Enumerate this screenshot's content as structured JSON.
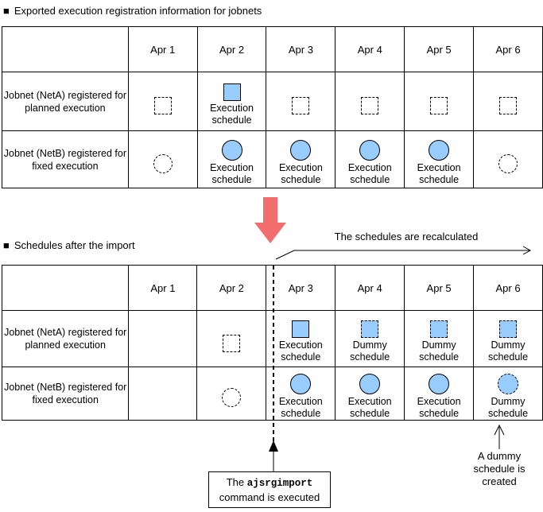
{
  "colors": {
    "schedule_fill": "#99CCFF",
    "import_arrow": "#F26E6E"
  },
  "exported_section": {
    "bullet": "■",
    "title": "Exported execution registration information for jobnets",
    "columns": [
      "Apr 1",
      "Apr 2",
      "Apr 3",
      "Apr 4",
      "Apr 5",
      "Apr 6"
    ],
    "rows": [
      {
        "label": "Jobnet (NetA) registered for planned execution",
        "cells": [
          {
            "icon": "planned-empty-square-icon",
            "label": ""
          },
          {
            "icon": "execution-square-icon",
            "label": "Execution schedule"
          },
          {
            "icon": "planned-empty-square-icon",
            "label": ""
          },
          {
            "icon": "planned-empty-square-icon",
            "label": ""
          },
          {
            "icon": "planned-empty-square-icon",
            "label": ""
          },
          {
            "icon": "planned-empty-square-icon",
            "label": ""
          }
        ]
      },
      {
        "label": "Jobnet (NetB) registered for fixed execution",
        "cells": [
          {
            "icon": "fixed-empty-circle-icon",
            "label": ""
          },
          {
            "icon": "execution-circle-icon",
            "label": "Execution schedule"
          },
          {
            "icon": "execution-circle-icon",
            "label": "Execution schedule"
          },
          {
            "icon": "execution-circle-icon",
            "label": "Execution schedule"
          },
          {
            "icon": "execution-circle-icon",
            "label": "Execution schedule"
          },
          {
            "icon": "fixed-empty-circle-icon",
            "label": ""
          }
        ]
      }
    ]
  },
  "import_flow": {
    "recalculated_note": "The schedules are recalculated"
  },
  "imported_section": {
    "bullet": "■",
    "title": "Schedules after the import",
    "columns": [
      "Apr 1",
      "Apr 2",
      "Apr 3",
      "Apr 4",
      "Apr 5",
      "Apr 6"
    ],
    "rows": [
      {
        "label": "Jobnet (NetA) registered for planned execution",
        "cells": [
          {
            "label": ""
          },
          {
            "icon": "planned-empty-square-icon",
            "label": ""
          },
          {
            "icon": "execution-square-icon",
            "label": "Execution schedule"
          },
          {
            "icon": "dummy-square-icon",
            "label": "Dummy schedule"
          },
          {
            "icon": "dummy-square-icon",
            "label": "Dummy schedule"
          },
          {
            "icon": "dummy-square-icon",
            "label": "Dummy schedule"
          }
        ]
      },
      {
        "label": "Jobnet (NetB) registered for fixed execution",
        "cells": [
          {
            "label": ""
          },
          {
            "icon": "fixed-empty-circle-icon",
            "label": ""
          },
          {
            "icon": "execution-circle-icon",
            "label": "Execution schedule"
          },
          {
            "icon": "execution-circle-icon",
            "label": "Execution schedule"
          },
          {
            "icon": "execution-circle-icon",
            "label": "Execution schedule"
          },
          {
            "icon": "dummy-circle-icon",
            "label": "Dummy schedule"
          }
        ]
      }
    ]
  },
  "annotations": {
    "command_note_prefix": "The ",
    "command_name": "ajsrgimport",
    "command_note_suffix": "command is executed",
    "dummy_note": "A dummy schedule is created"
  }
}
